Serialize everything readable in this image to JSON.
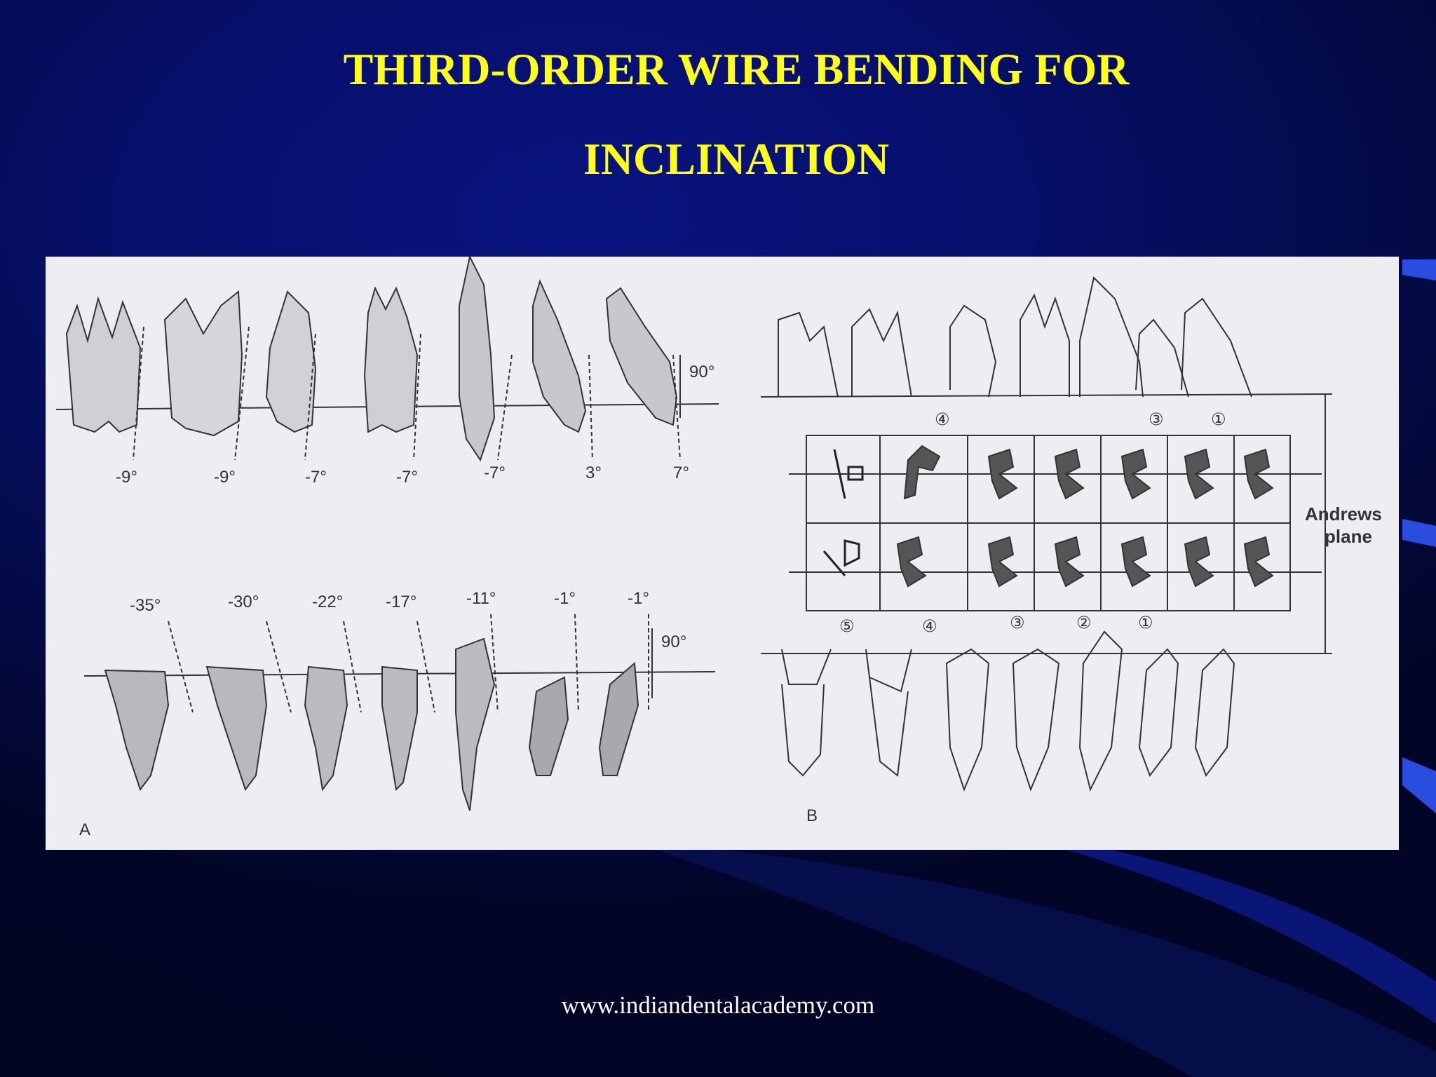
{
  "slide": {
    "title_line1": "THIRD-ORDER WIRE BENDING FOR",
    "title_line2": "INCLINATION",
    "footer_url": "www.indiandentalacademy.com"
  },
  "figure": {
    "panel_a": {
      "label": "A",
      "upper_angles": [
        "-9°",
        "-9°",
        "-7°",
        "-7°",
        "-7°",
        "3°",
        "7°"
      ],
      "upper_right_angle": "90°",
      "lower_angles": [
        "-35°",
        "-30°",
        "-22°",
        "-17°",
        "-11°",
        "-1°",
        "-1°"
      ],
      "lower_right_angle": "90°"
    },
    "panel_b": {
      "label": "B",
      "plane_label_line1": "Andrews",
      "plane_label_line2": "plane",
      "upper_markers": [
        "④",
        "③",
        "①"
      ],
      "lower_markers": [
        "⑤",
        "④",
        "③",
        "②",
        "①"
      ]
    }
  },
  "colors": {
    "title": "#ffff1a",
    "background": "#060f6a",
    "figure_background": "#eeeef2",
    "footer_text": "#ffffff"
  }
}
